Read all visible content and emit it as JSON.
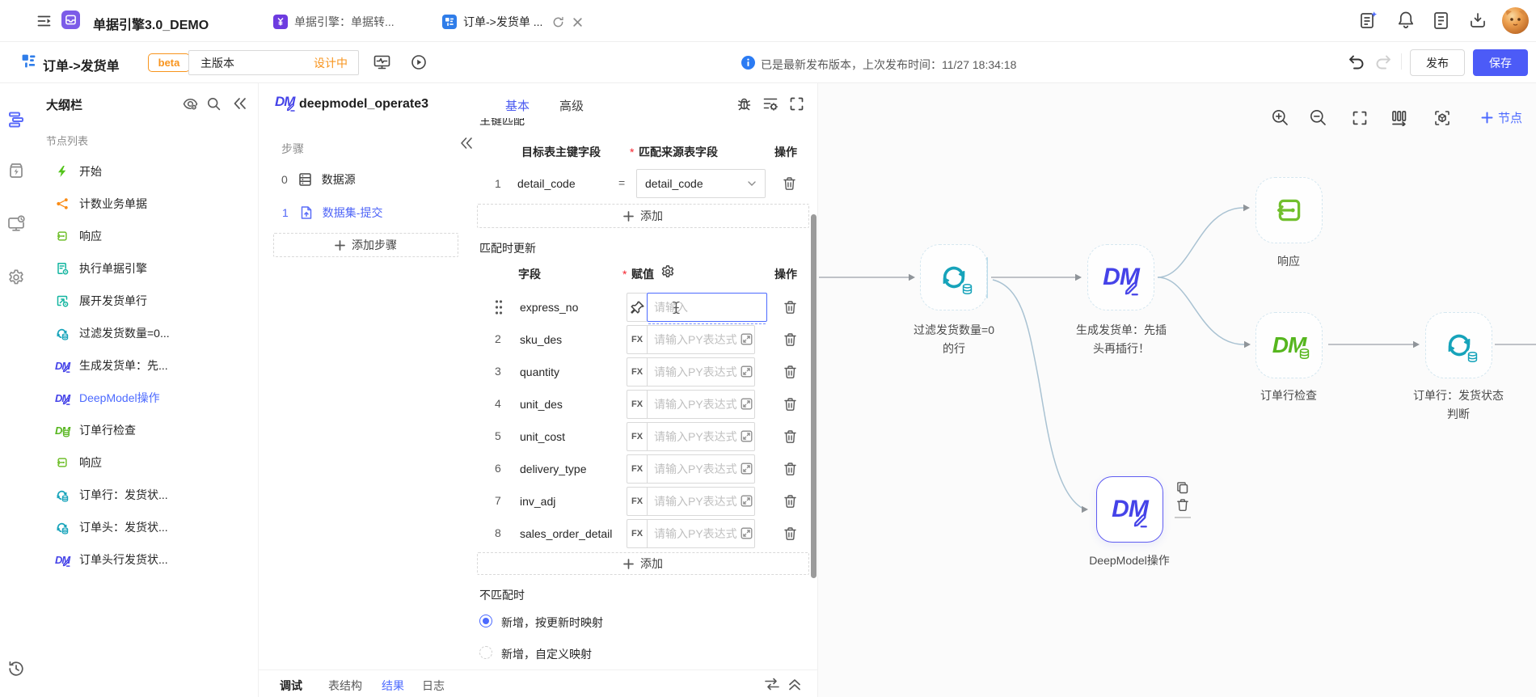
{
  "topbar": {
    "app_title": "单据引擎3.0_DEMO",
    "tabs": [
      {
        "label": "单据引擎：单据转..."
      },
      {
        "label": "订单->发货单 ..."
      }
    ]
  },
  "toolbar": {
    "doc_title": "订单->发货单",
    "beta": "beta",
    "version": "主版本",
    "design_status": "设计中",
    "publish_info": "已是最新发布版本，上次发布时间：11/27 18:34:18",
    "publish_label": "发布",
    "save_label": "保存"
  },
  "outline": {
    "title": "大纲栏",
    "subtitle": "节点列表",
    "items": [
      {
        "label": "开始",
        "icon": "lightning"
      },
      {
        "label": "计数业务单据",
        "icon": "share"
      },
      {
        "label": "响应",
        "icon": "response"
      },
      {
        "label": "执行单据引擎",
        "icon": "doc-gear"
      },
      {
        "label": "展开发货单行",
        "icon": "expand-doc"
      },
      {
        "label": "过滤发货数量=0...",
        "icon": "sync-db"
      },
      {
        "label": "生成发货单：先...",
        "icon": "dm-pencil"
      },
      {
        "label": "DeepModel操作",
        "icon": "dm-pencil",
        "active": true
      },
      {
        "label": "订单行检查",
        "icon": "dm-db-green"
      },
      {
        "label": "响应",
        "icon": "response"
      },
      {
        "label": "订单行：发货状...",
        "icon": "sync-db"
      },
      {
        "label": "订单头：发货状...",
        "icon": "sync-db"
      },
      {
        "label": "订单头行发货状...",
        "icon": "dm-pencil"
      }
    ]
  },
  "inspector": {
    "name": "deepmodel_operate3",
    "tabs": [
      "基本",
      "高级"
    ],
    "steps_label": "步骤",
    "steps": [
      {
        "index": "0",
        "label": "数据源"
      },
      {
        "index": "1",
        "label": "数据集-提交"
      }
    ],
    "add_step_label": "添加步骤",
    "pk_section": "主键匹配",
    "pk_header": {
      "col1": "目标表主键字段",
      "col2": "匹配来源表字段",
      "col3": "操作"
    },
    "pk_row": {
      "index": "1",
      "target": "detail_code",
      "eq": "=",
      "source": "detail_code"
    },
    "add_label": "添加",
    "update_section": "匹配时更新",
    "update_header": {
      "col1": "字段",
      "col2": "赋值",
      "col3": "操作"
    },
    "rows": [
      {
        "index": "",
        "name": "express_no",
        "placeholder": "请输入"
      },
      {
        "index": "2",
        "name": "sku_des",
        "placeholder": "请输入PY表达式"
      },
      {
        "index": "3",
        "name": "quantity",
        "placeholder": "请输入PY表达式"
      },
      {
        "index": "4",
        "name": "unit_des",
        "placeholder": "请输入PY表达式"
      },
      {
        "index": "5",
        "name": "unit_cost",
        "placeholder": "请输入PY表达式"
      },
      {
        "index": "6",
        "name": "delivery_type",
        "placeholder": "请输入PY表达式"
      },
      {
        "index": "7",
        "name": "inv_adj",
        "placeholder": "请输入PY表达式"
      },
      {
        "index": "8",
        "name": "sales_order_detail",
        "placeholder": "请输入PY表达式"
      }
    ],
    "fx_label": "FX",
    "nomatch_section": "不匹配时",
    "radio1": "新增，按更新时映射",
    "radio2": "新增，自定义映射",
    "bottom_tabs": [
      "调试",
      "表结构",
      "结果",
      "日志"
    ]
  },
  "canvas": {
    "add_node_label": "节点",
    "nodes": [
      {
        "label1": "过滤发货数量=0",
        "label2": "的行",
        "icon": "sync-db"
      },
      {
        "label1": "生成发货单：先插",
        "label2": "头再插行！",
        "icon": "dm-pencil"
      },
      {
        "label1": "响应",
        "label2": "",
        "icon": "response"
      },
      {
        "label1": "订单行检查",
        "label2": "",
        "icon": "dm-db-green"
      },
      {
        "label1": "订单行：发货状态",
        "label2": "判断",
        "icon": "sync-db"
      },
      {
        "label1": "DeepModel操作",
        "label2": "",
        "icon": "dm-pencil",
        "selected": true
      }
    ]
  },
  "colors": {
    "accent_blue": "#4c5bf7",
    "link_blue": "#4c6aff",
    "orange": "#f8941d",
    "green": "#52c41a",
    "cyan": "#16a3ba",
    "dm_indigo": "#4543e8",
    "purple_app": "#7c5ce8"
  }
}
